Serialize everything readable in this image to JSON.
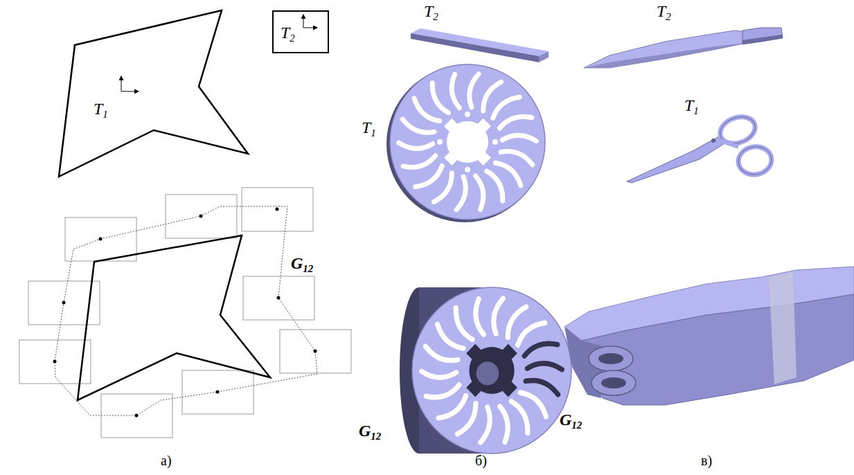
{
  "diagram": {
    "nodes": [
      {
        "text": [
          "T1"
        ]
      },
      {
        "text": [
          "T2"
        ]
      }
    ],
    "labels": [
      "G12",
      "T2",
      "T1",
      "G12",
      "T2",
      "T1",
      "G12",
      "а)",
      "б)",
      "в)"
    ]
  }
}
